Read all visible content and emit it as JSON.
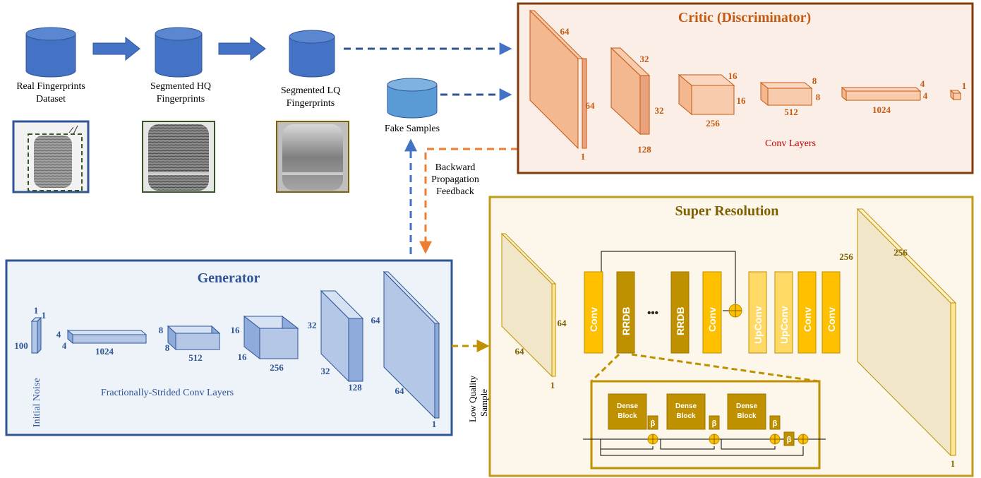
{
  "pipeline": {
    "real_dataset": [
      "Real Fingerprints",
      "Dataset"
    ],
    "segmented_hq": [
      "Segmented HQ",
      "Fingerprints"
    ],
    "segmented_lq": [
      "Segmented LQ",
      "Fingerprints"
    ],
    "fake_samples": "Fake Samples"
  },
  "feedback": [
    "Backward",
    "Propagation",
    "Feedback"
  ],
  "low_quality_sample": [
    "Low Quality",
    "Sample"
  ],
  "critic": {
    "title": "Critic (Discriminator)",
    "layers_caption": "Conv Layers",
    "dims": {
      "l1_top": "64",
      "l1_side": "64",
      "l1_bottom": "1",
      "l2_top": "32",
      "l2_side": "32",
      "l2_bottom": "128",
      "l3_top": "16",
      "l3_side": "16",
      "l3_bottom": "256",
      "l4_top": "8",
      "l4_side": "8",
      "l4_bottom": "512",
      "l5_top": "4",
      "l5_side": "4",
      "l5_bottom": "1024",
      "l6_top": "1"
    }
  },
  "generator": {
    "title": "Generator",
    "layers_caption": "Fractionally-Strided Conv Layers",
    "initial_noise": "Initial Noise",
    "dims": {
      "n_a": "1",
      "n_b": "1",
      "n_c": "100",
      "g1_a": "4",
      "g1_b": "4",
      "g1_c": "1024",
      "g2_a": "8",
      "g2_b": "8",
      "g2_c": "512",
      "g3_a": "16",
      "g3_b": "16",
      "g3_c": "256",
      "g4_a": "32",
      "g4_b": "32",
      "g4_c": "128",
      "g5_a": "64",
      "g5_b": "64",
      "g5_c": "1"
    }
  },
  "super_resolution": {
    "title": "Super Resolution",
    "input_dims": {
      "side": "64",
      "bottom": "64",
      "depth": "1"
    },
    "output_dims": {
      "left": "256",
      "top": "256",
      "depth": "1"
    },
    "blocks": [
      "Conv",
      "RRDB",
      "RRDB",
      "Conv",
      "UpConv",
      "UpConv",
      "Conv",
      "Conv"
    ],
    "ellipsis": "•••",
    "dense_block": [
      "Dense",
      "Block"
    ],
    "beta": "β"
  },
  "colors": {
    "blue": "#2f5597",
    "blue_fill": "#b4c7e7",
    "blue_cyl": "#4472c4",
    "orange": "#c55a11",
    "orange_fill": "#f8cbad",
    "critic_border": "#843c0c",
    "gold": "#bf9000",
    "gold_border": "#c09a1a",
    "gold_fill": "#f2e6c9",
    "feedback": "#ed7d31"
  }
}
